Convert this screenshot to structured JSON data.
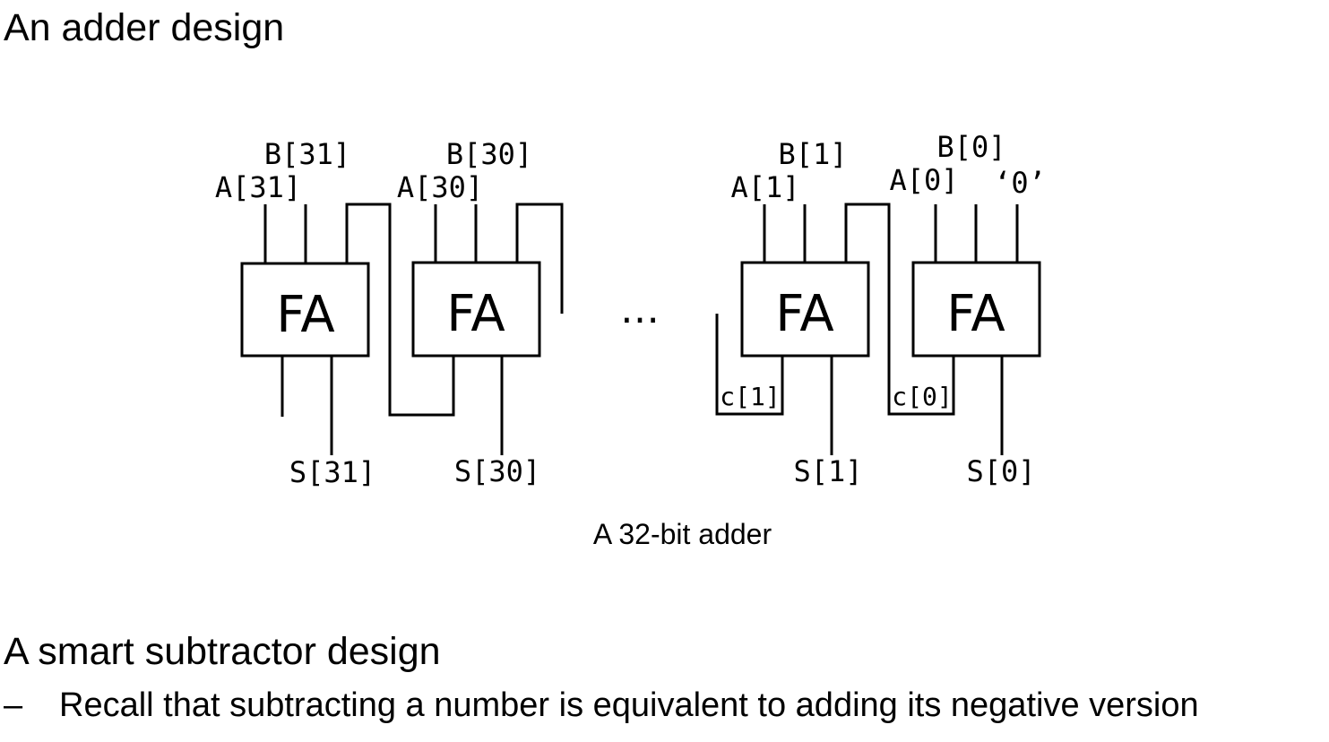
{
  "section1": {
    "title": "An adder design"
  },
  "diagram": {
    "caption": "A 32-bit adder",
    "ellipsis": "…",
    "block_label": "FA",
    "labels": {
      "a31": "A[31]",
      "b31": "B[31]",
      "s31": "S[31]",
      "a30": "A[30]",
      "b30": "B[30]",
      "s30": "S[30]",
      "a1": "A[1]",
      "b1": "B[1]",
      "s1": "S[1]",
      "c1": "c[1]",
      "a0": "A[0]",
      "b0": "B[0]",
      "s0": "S[0]",
      "c0": "c[0]",
      "cin0": "‘0’"
    }
  },
  "section2": {
    "title": "A smart subtractor design",
    "bullet_marker": "–",
    "bullet": "Recall that subtracting a number is equivalent to adding its negative version"
  }
}
